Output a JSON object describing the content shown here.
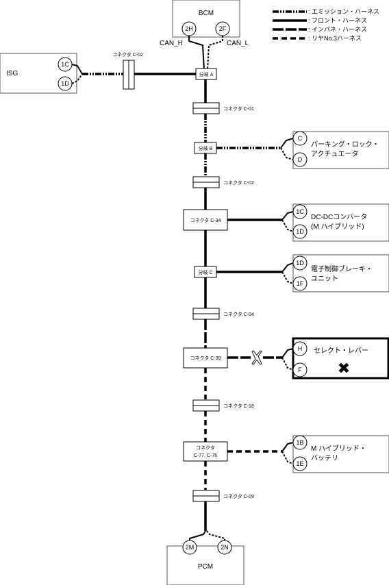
{
  "legend": [
    {
      "label": ": エミッション・ハーネス",
      "style": "emission"
    },
    {
      "label": ": フロント・ハーネス",
      "style": "front"
    },
    {
      "label": ": インパネ・ハーネス",
      "style": "inpane"
    },
    {
      "label": ": リヤNo.3ハーネス",
      "style": "rear"
    }
  ],
  "modules": {
    "bcm": {
      "name": "BCM",
      "pin_h": "2H",
      "pin_l": "2F",
      "can_h": "CAN_H",
      "can_l": "CAN_L"
    },
    "isg": {
      "name": "ISG",
      "pin_top": "1C",
      "pin_bottom": "1D"
    },
    "pcm": {
      "name": "PCM",
      "pin_left": "2M",
      "pin_right": "2N"
    },
    "parking": {
      "line1": "パーキング・ロック・",
      "line2": "アクチュエータ",
      "pin_top": "C",
      "pin_bottom": "D"
    },
    "dcdc": {
      "line1": "DC-DCコンバータ",
      "line2": "(M ハイブリッド)",
      "pin_top": "1C",
      "pin_bottom": "1D"
    },
    "brake": {
      "line1": "電子制御ブレーキ・",
      "line2": "ユニット",
      "pin_top": "1D",
      "pin_bottom": "1F"
    },
    "select": {
      "line1": "セレクト・レバー",
      "pin_top": "H",
      "pin_bottom": "F",
      "fault_mark": "✖"
    },
    "battery": {
      "line1": "M ハイブリッド・",
      "line2": "バッテリ",
      "pin_top": "1B",
      "pin_bottom": "1E"
    }
  },
  "junctions": {
    "a": "分岐 A",
    "b": "分岐 B",
    "c": "分岐 C",
    "c34": "コネクタ C-34",
    "c39": "コネクタ C-39",
    "c77_line1": "コネクタ",
    "c77_line2": "C-77, C-76"
  },
  "connectors": {
    "c02_isg": "コネクタ C-02",
    "c01": "コネクタ C-01",
    "c02": "コネクタ C-02",
    "c04": "コネクタ C-04",
    "c18": "コネクタ C-18",
    "c09": "コネクタ C-09"
  },
  "colors": {
    "line": "#000000",
    "box_border": "#555555",
    "background": "#ffffff"
  }
}
